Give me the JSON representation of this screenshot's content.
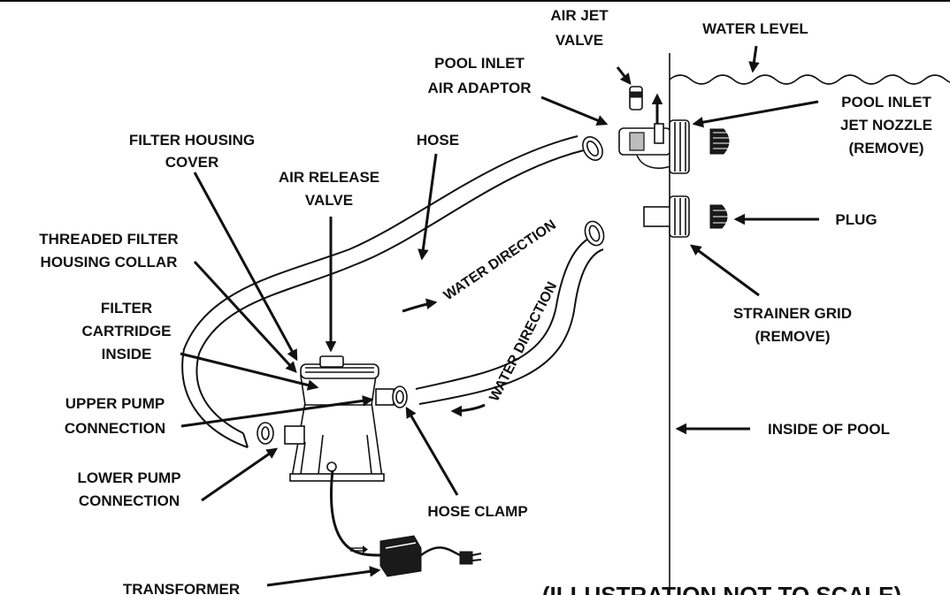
{
  "labels": {
    "air_jet_valve": [
      "AIR JET",
      "VALVE"
    ],
    "water_level": "WATER LEVEL",
    "pool_inlet_air_adaptor": [
      "POOL INLET",
      "AIR ADAPTOR"
    ],
    "pool_inlet_jet_nozzle": [
      "POOL INLET",
      "JET NOZZLE",
      "(REMOVE)"
    ],
    "filter_housing_cover": [
      "FILTER HOUSING",
      "COVER"
    ],
    "hose": "HOSE",
    "air_release_valve": [
      "AIR RELEASE",
      "VALVE"
    ],
    "threaded_filter_housing_collar": [
      "THREADED FILTER",
      "HOUSING COLLAR"
    ],
    "plug": "PLUG",
    "filter_cartridge_inside": [
      "FILTER",
      "CARTRIDGE",
      "INSIDE"
    ],
    "strainer_grid": [
      "STRAINER GRID",
      "(REMOVE)"
    ],
    "upper_pump_connection": [
      "UPPER PUMP",
      "CONNECTION"
    ],
    "inside_of_pool": "INSIDE OF POOL",
    "lower_pump_connection": [
      "LOWER PUMP",
      "CONNECTION"
    ],
    "hose_clamp": "HOSE CLAMP",
    "transformer": "TRANSFORMER",
    "water_direction_upper": "WATER DIRECTION",
    "water_direction_lower": "WATER DIRECTION",
    "not_to_scale": "(ILLUSTRATION NOT TO SCALE)"
  },
  "colors": {
    "ink": "#111111",
    "background": "#ffffff",
    "accent_grey": "#bdbdbd"
  }
}
